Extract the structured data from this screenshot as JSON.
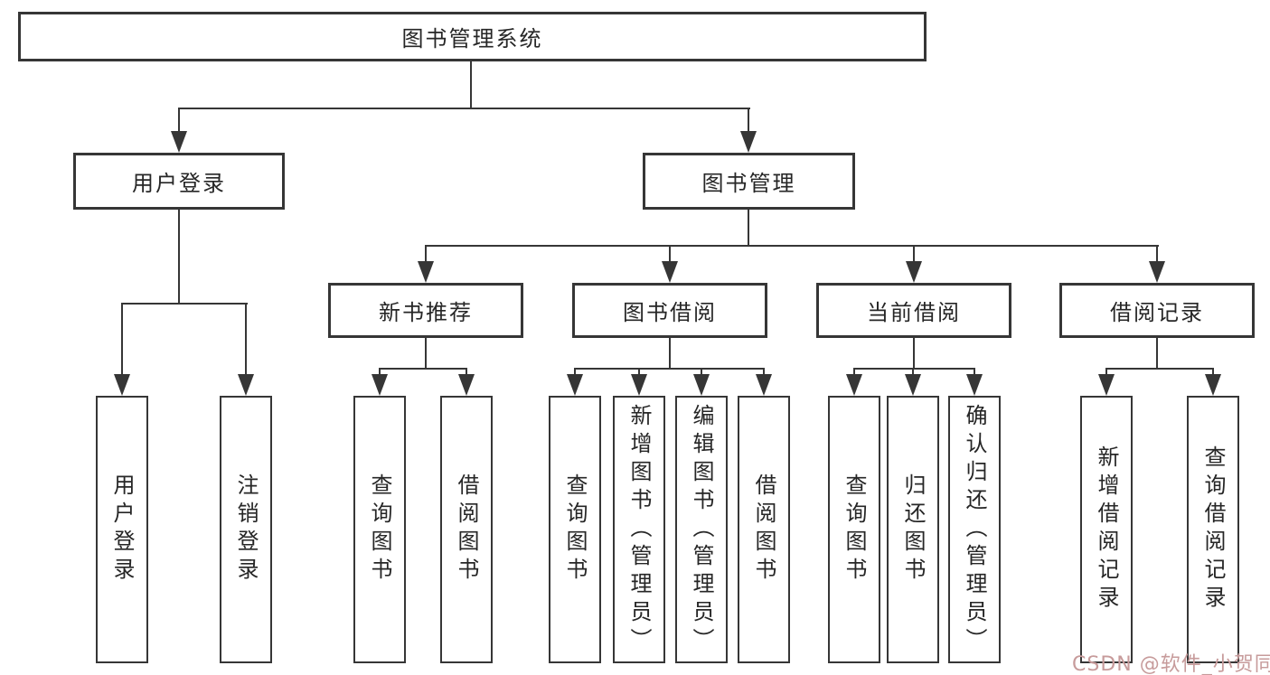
{
  "page": {
    "background": "#ffffff",
    "line_color": "#363636",
    "watermark": "CSDN @软件_小贺同学",
    "watermark_color": "#c79b9b"
  },
  "tree": {
    "root": {
      "label": "图书管理系统"
    },
    "branches": [
      {
        "label": "用户登录",
        "children": [
          {
            "label": "用户登录"
          },
          {
            "label": "注销登录"
          }
        ]
      },
      {
        "label": "图书管理",
        "children": [
          {
            "label": "新书推荐",
            "children": [
              {
                "label": "查询图书"
              },
              {
                "label": "借阅图书"
              }
            ]
          },
          {
            "label": "图书借阅",
            "children": [
              {
                "label": "查询图书"
              },
              {
                "label": "新增图书（管理员）"
              },
              {
                "label": "编辑图书（管理员）"
              },
              {
                "label": "借阅图书"
              }
            ]
          },
          {
            "label": "当前借阅",
            "children": [
              {
                "label": "查询图书"
              },
              {
                "label": "归还图书"
              },
              {
                "label": "确认归还（管理员）"
              }
            ]
          },
          {
            "label": "借阅记录",
            "children": [
              {
                "label": "新增借阅记录"
              },
              {
                "label": "查询借阅记录"
              }
            ]
          }
        ]
      }
    ]
  }
}
